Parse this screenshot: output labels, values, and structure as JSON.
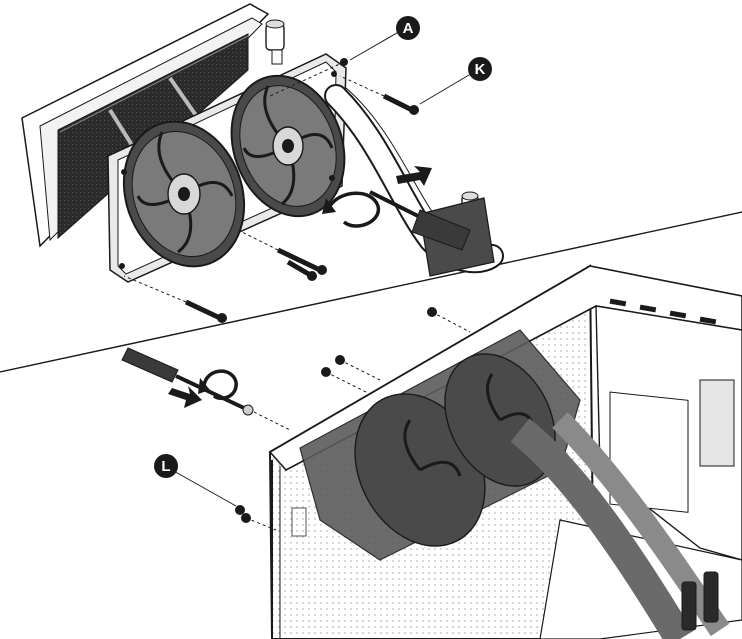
{
  "colors": {
    "ink": "#1a1a1a",
    "shade_dark": "#3a3a3a",
    "shade_mid": "#6d6d6d",
    "shade_light": "#cfcfcf",
    "paper": "#ffffff"
  },
  "callouts": {
    "a": "A",
    "k": "K",
    "l": "L"
  },
  "icons": {
    "rotate_arrow": "rotate-arrow-icon",
    "push_arrow": "push-arrow-icon"
  }
}
